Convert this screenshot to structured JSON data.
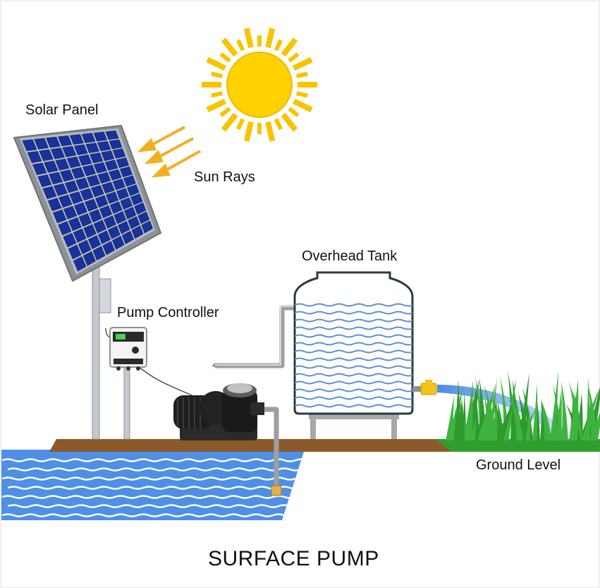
{
  "diagram": {
    "title": "SURFACE PUMP",
    "labels": {
      "solar_panel": "Solar Panel",
      "sun_rays": "Sun Rays",
      "pump_controller": "Pump Controller",
      "overhead_tank": "Overhead Tank",
      "ground_level": "Ground Level"
    },
    "colors": {
      "sun": "#ffd200",
      "sun_rays": "#f4b400",
      "panel_cell": "#142a8c",
      "panel_frame": "#9aa0a6",
      "water": "#4f8fe6",
      "tank_fill": "#ffffff",
      "tank_wave": "#5a8fd8",
      "ground": "#8b5a2b",
      "grass": "#2f9e2f",
      "pipe": "#b0b0b0"
    },
    "icons": [
      "sun-icon",
      "solar-panel-icon",
      "pump-controller-icon",
      "surface-pump-icon",
      "water-tank-icon",
      "valve-icon",
      "grass-icon"
    ]
  }
}
